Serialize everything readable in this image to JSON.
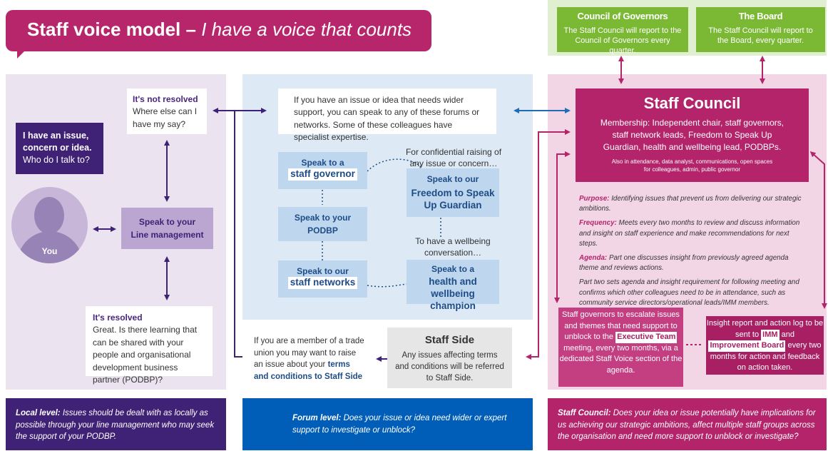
{
  "title": {
    "main": "Staff voice model –",
    "tagline": "I have a voice that counts"
  },
  "local": {
    "issue_title": "I have an issue, concern or idea.",
    "issue_question": "Who do I talk to?",
    "you": "You",
    "line_mgmt_pre": "Speak to your",
    "line_mgmt": "Line management",
    "not_resolved_title": "It's not resolved",
    "not_resolved_text": "Where else can I have my say?",
    "resolved_title": "It's resolved",
    "resolved_text": "Great. Is there learning that can be shared with your people and organisational development business partner (PODBP)?"
  },
  "forum": {
    "intro": "If you have an issue or idea that needs wider support, you can speak to any of these forums or networks. Some of these colleagues have specialist expertise.",
    "governor_pre": "Speak to a",
    "governor": "staff governor",
    "podbp_pre": "Speak to your",
    "podbp": "PODBP",
    "networks_pre": "Speak to our",
    "networks": "staff networks",
    "ftsu_pre": "Speak to our",
    "ftsu": "Freedom to Speak Up Guardian",
    "wellbeing_pre": "Speak to a",
    "wellbeing": "health and wellbeing champion",
    "confidential_note": "For confidential raising of any issue or concern…",
    "wellbeing_note": "To have a wellbeing conversation…",
    "trade_pre": "If you are a member of a trade union you may want to raise an issue about your",
    "trade_bold": "terms and conditions to Staff Side",
    "staff_side_title": "Staff Side",
    "staff_side_text": "Any issues affecting terms and conditions will be referred to Staff Side."
  },
  "governance": {
    "cog_title": "Council of Governors",
    "cog_text": "The Staff Council will report to the Council of Governors every quarter.",
    "board_title": "The Board",
    "board_text": "The Staff Council will report to the Board, every quarter.",
    "sc_title": "Staff Council",
    "sc_membership": "Membership: Independent chair, staff governors, staff network leads, Freedom to Speak Up Guardian, health and wellbeing lead, PODBPs.",
    "sc_attendance": "Also in attendance, data analyst, communications, open spaces for colleagues, admin, public governor",
    "purpose_label": "Purpose:",
    "purpose": "Identifying issues that prevent us from delivering our strategic ambitions.",
    "frequency_label": "Frequency:",
    "frequency": "Meets every two months to review and discuss information and insight on staff experience and make recommendations for next steps.",
    "agenda_label": "Agenda:",
    "agenda": "Part one discusses insight from previously agreed agenda theme and reviews actions.",
    "part_two": "Part two sets agenda and insight requirement for following meeting and confirms which other colleagues need to be in attendance, such as community service directors/operational leads/IMM members.",
    "esc_pre": "Staff governors to escalate issues and themes that need support to unblock to the",
    "esc_pill": "Executive Team",
    "esc_post": "meeting, every two months, via a dedicated Staff Voice section of the agenda.",
    "ins_pre": "Insight report and action log to be sent to",
    "ins_pill1": "IMM",
    "ins_mid": "and",
    "ins_pill2": "Improvement Board",
    "ins_post": "every two months for action and feedback on action taken."
  },
  "footer": {
    "local_label": "Local level:",
    "local_text": "Issues should be dealt with as locally as possible through your line management who may seek the support of your PODBP.",
    "forum_label": "Forum level:",
    "forum_text": "Does your issue or idea need wider or expert support to investigate or unblock?",
    "council_label": "Staff Council:",
    "council_text": "Does your idea or issue potentially have implications for us achieving our strategic ambitions, affect multiple staff groups across the organisation and need more support to unblock or investigate?"
  },
  "colors": {
    "purple": "#3f2176",
    "magenta": "#b3246b",
    "blue": "#005eb8",
    "green": "#7bb935"
  }
}
